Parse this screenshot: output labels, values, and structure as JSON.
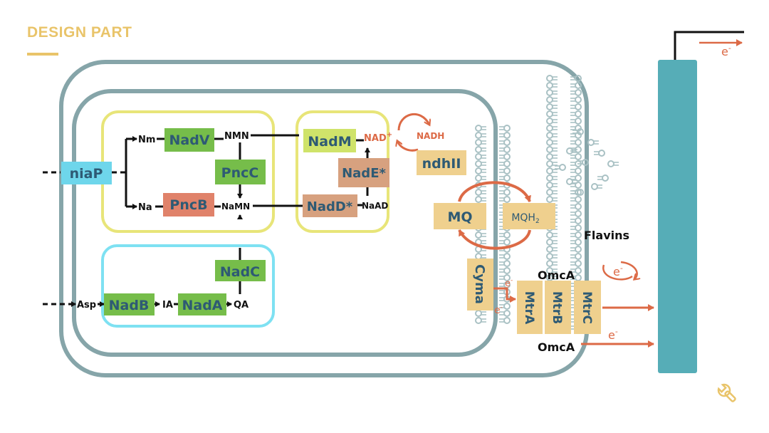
{
  "header": {
    "title": "DESIGN PART"
  },
  "colors": {
    "gene_green": "#76bd4a",
    "gene_salmon": "#e0826a",
    "gene_tan": "#d7a17f",
    "gene_cyan": "#6ed6eb",
    "gene_cream": "#efd08e",
    "gene_lime": "#cfe36a",
    "gene_text": "#2e5a74",
    "outer_membrane": "#86a5a9",
    "electrode": "#56adb7",
    "electron_red": "#dc6a46",
    "module_yellow": "#e8e579",
    "module_cyan": "#7ee1f2",
    "title_gold": "#e9c46a"
  },
  "genes": {
    "niaP": "niaP",
    "nadV": "NadV",
    "pncC": "PncC",
    "pncB": "PncB",
    "nadM": "NadM",
    "nadE": "NadE*",
    "nadD": "NadD*",
    "ndhII": "ndhII",
    "nadC": "NadC",
    "nadB": "NadB",
    "nadA": "NadA",
    "mq": "MQ",
    "mqh2": "MQH",
    "mqh2_sub": "2",
    "cyma": "Cyma",
    "mtrA": "MtrA",
    "mtrB": "MtrB",
    "mtrC": "MtrC"
  },
  "metabolites": {
    "nm": "Nm",
    "na": "Na",
    "nmn": "NMN",
    "namn": "NaMN",
    "nad_plus": "NAD",
    "nad_plus_sup": "+",
    "nadh": "NADH",
    "naad": "NaAD",
    "asp": "Asp",
    "ia": "IA",
    "qa": "QA"
  },
  "labels": {
    "flavins": "Flavins",
    "omca_top": "OmcA",
    "omca_bottom": "OmcA",
    "electron": "e",
    "electron_sup": "-"
  },
  "icons": {
    "corner": "wrench-icon"
  }
}
